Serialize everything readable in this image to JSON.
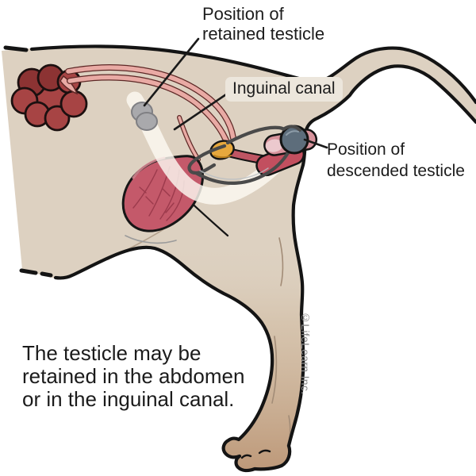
{
  "labels": {
    "retained_position": {
      "line1": "Position of",
      "line2": "retained testicle"
    },
    "inguinal_canal": "Inguinal canal",
    "descended_position": {
      "line1": "Position of",
      "line2": "descended testicle"
    }
  },
  "caption": {
    "line1": "The testicle may be",
    "line2": "retained in the abdomen",
    "line3": "or in the inguinal canal."
  },
  "credit": "©LifeLearn Inc.",
  "colors": {
    "background": "#ffffff",
    "outline": "#141414",
    "body_tan": "#ddd1c1",
    "leg_brown": "#bd9878",
    "kidney": "#a74444",
    "kidney_dark": "#8c3333",
    "cord_pink": "#e9aaa4",
    "cord_pink_outline": "#5d2826",
    "bladder": "#c4596a",
    "bladder_vessels": "#9c3a4c",
    "canal_band": "rgba(253,249,242,0.82)",
    "retained_gray": "#a9a9ac",
    "descended_slate": "#5d6d7b",
    "prostate_yellow": "#e7a83d",
    "penis_light": "#d8939c",
    "penis_dark": "#c24f5f",
    "ductus_gray": "#4a4a4a",
    "label_bg": "#ece6dc",
    "text": "#1d1d1d",
    "credit_gray": "#8b8b8b"
  }
}
